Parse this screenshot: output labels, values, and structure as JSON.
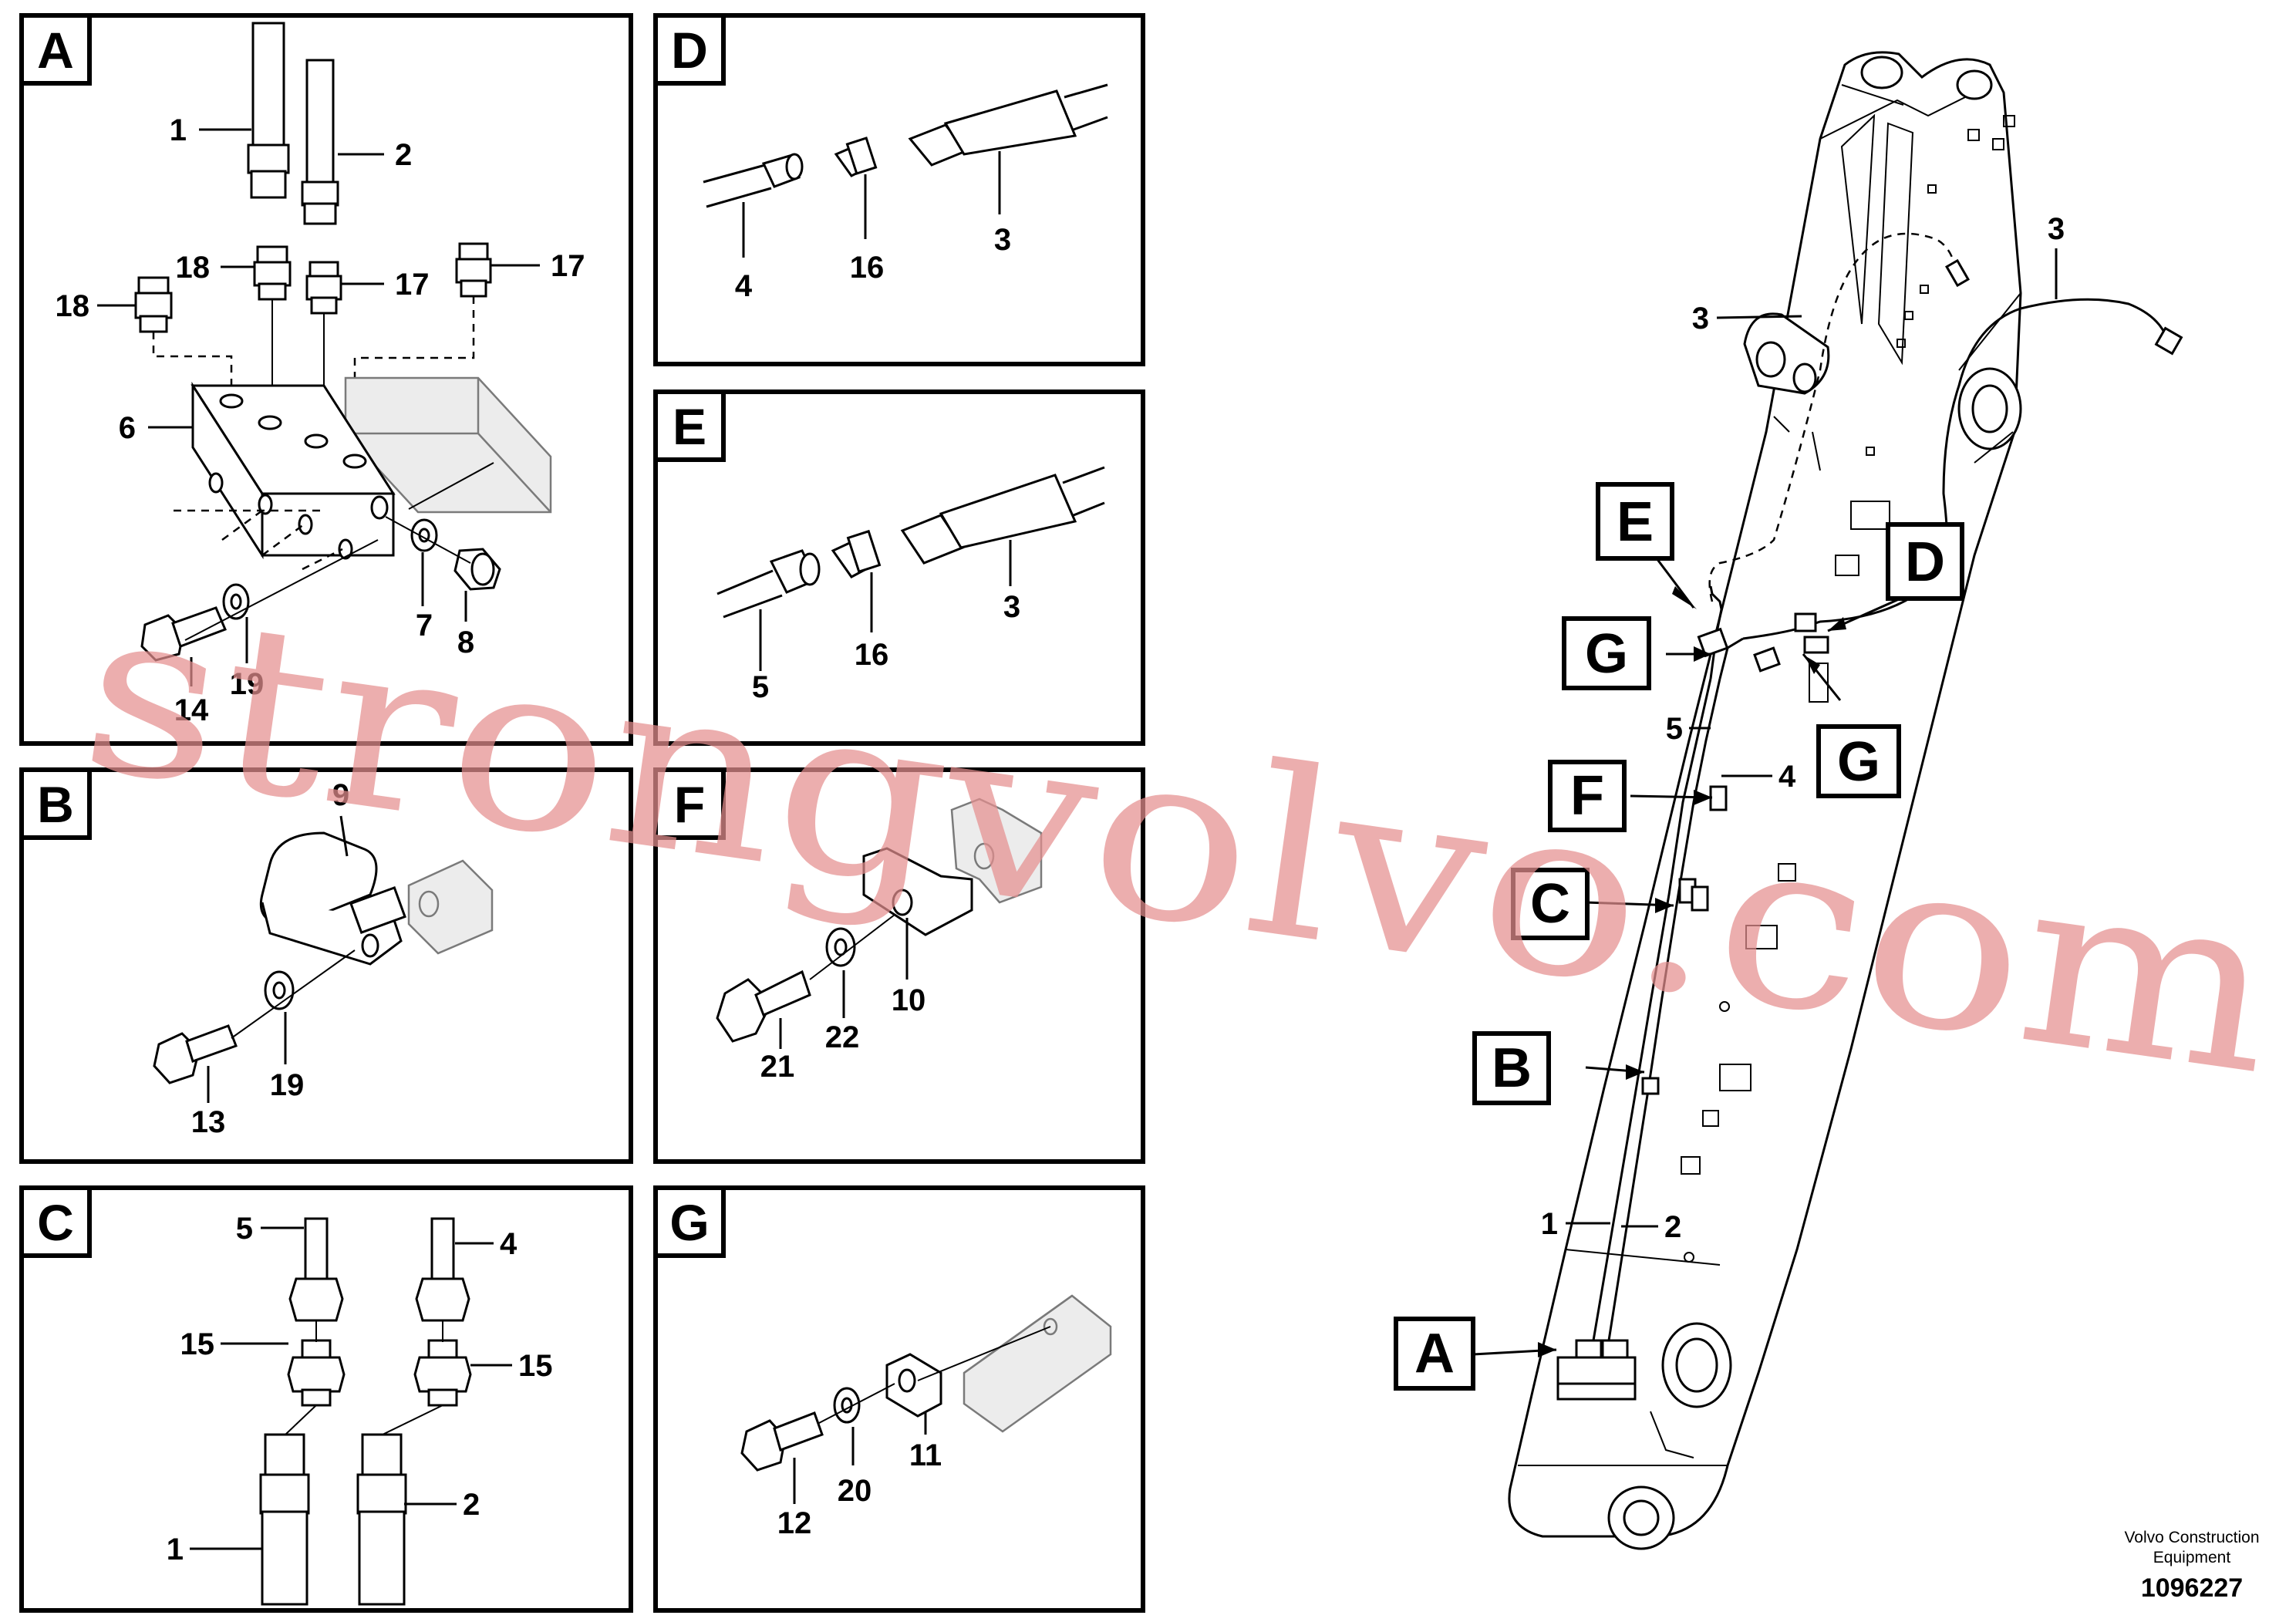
{
  "panels": [
    {
      "key": "A",
      "labels": [
        "1",
        "2",
        "18",
        "17",
        "18",
        "17",
        "6",
        "7",
        "8",
        "14",
        "19"
      ]
    },
    {
      "key": "D",
      "labels": [
        "4",
        "16",
        "3"
      ]
    },
    {
      "key": "E",
      "labels": [
        "5",
        "16",
        "3"
      ]
    },
    {
      "key": "B",
      "labels": [
        "9",
        "13",
        "19"
      ]
    },
    {
      "key": "F",
      "labels": [
        "21",
        "22",
        "10"
      ]
    },
    {
      "key": "C",
      "labels": [
        "5",
        "4",
        "15",
        "15",
        "1",
        "2"
      ]
    },
    {
      "key": "G",
      "labels": [
        "12",
        "20",
        "11"
      ]
    }
  ],
  "main": {
    "labels": [
      "3",
      "3",
      "5",
      "4",
      "1",
      "2"
    ],
    "tags": [
      "E",
      "G",
      "D",
      "G",
      "F",
      "C",
      "B",
      "A"
    ]
  },
  "footer": {
    "maker_line1": "Volvo Construction",
    "maker_line2": "Equipment",
    "part_number": "1096227"
  },
  "watermark": "strongvolvo.com"
}
